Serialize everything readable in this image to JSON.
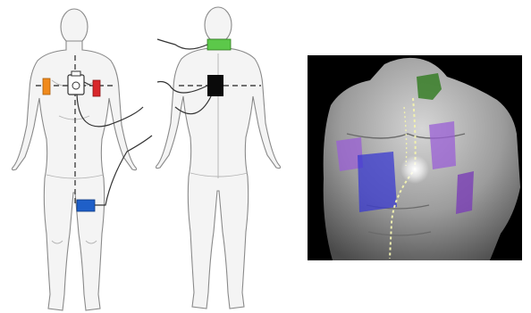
{
  "figure": {
    "colors": {
      "orange_electrode": "#f08a1c",
      "red_electrode": "#d8272b",
      "blue_electrode": "#1f5fc8",
      "green_electrode": "#5cc84a",
      "black_electrode": "#0a0a0a",
      "torso_panel_bg": "#000000",
      "violet_overlay": "#9a5fd6",
      "blue_overlay": "#3a3ad0",
      "dark_green_overlay": "#2f7a1e",
      "lead_color": "#f0f0b0"
    },
    "panels": [
      "front-figure",
      "back-figure",
      "3d-torso-render"
    ]
  }
}
